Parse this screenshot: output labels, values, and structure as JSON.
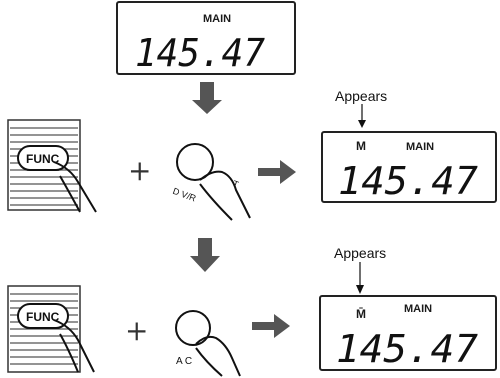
{
  "displays": {
    "top": {
      "label": "MAIN",
      "value": "145.47"
    },
    "middle": {
      "indicator": "M",
      "label": "MAIN",
      "value": "145.47"
    },
    "bottom": {
      "indicator": "M̄",
      "label": "MAIN",
      "value": "145.47"
    }
  },
  "callouts": {
    "appears_1": "Appears",
    "appears_2": "Appears"
  },
  "buttons": {
    "func_1": "FUNC",
    "func_2": "FUNC",
    "key_1_label_a": "D V/R",
    "key_1_label_b": "T",
    "key_2_label": "A C"
  },
  "symbols": {
    "plus": "+"
  }
}
